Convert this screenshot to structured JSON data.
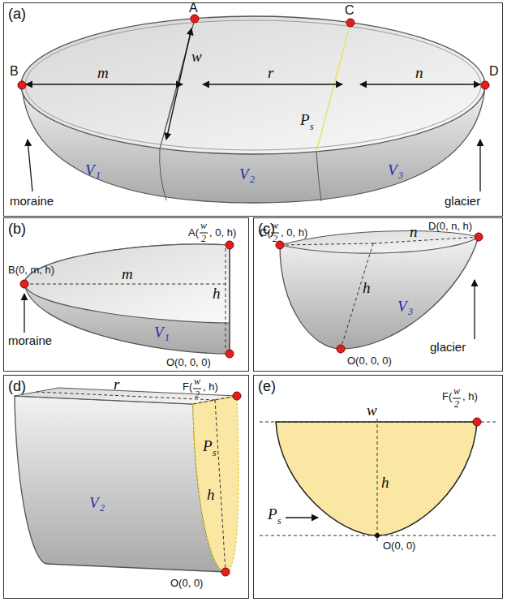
{
  "diagram": {
    "nodes": [
      {
        "text": [
          "(a)"
        ]
      },
      {
        "text": [
          "(b)"
        ]
      },
      {
        "text": [
          "(c)"
        ]
      },
      {
        "text": [
          "(d)"
        ]
      },
      {
        "text": [
          "(e)"
        ]
      }
    ],
    "labels": [
      "A",
      "B",
      "C",
      "D",
      "m",
      "w",
      "r",
      "n",
      "P",
      "s",
      "V",
      "1",
      "V",
      "2",
      "V",
      "3",
      "moraine",
      "glacier",
      "A(",
      "w",
      "2",
      ", 0, h)",
      "B(0, m, h)",
      "m",
      "h",
      "V",
      "1",
      "moraine",
      "O(0, 0, 0)",
      "C(",
      "w",
      "2",
      ", 0, h)",
      "D(0, n, h)",
      "n",
      "h",
      "V",
      "3",
      "glacier",
      "O(0, 0, 0)",
      "F(",
      "w",
      "2",
      ", h)",
      "r",
      "P",
      "s",
      "h",
      "V",
      "2",
      "O(0, 0)",
      "w",
      "h",
      "F(",
      "w",
      "2",
      ", h)",
      "P",
      "s",
      "O(0, 0)"
    ]
  }
}
